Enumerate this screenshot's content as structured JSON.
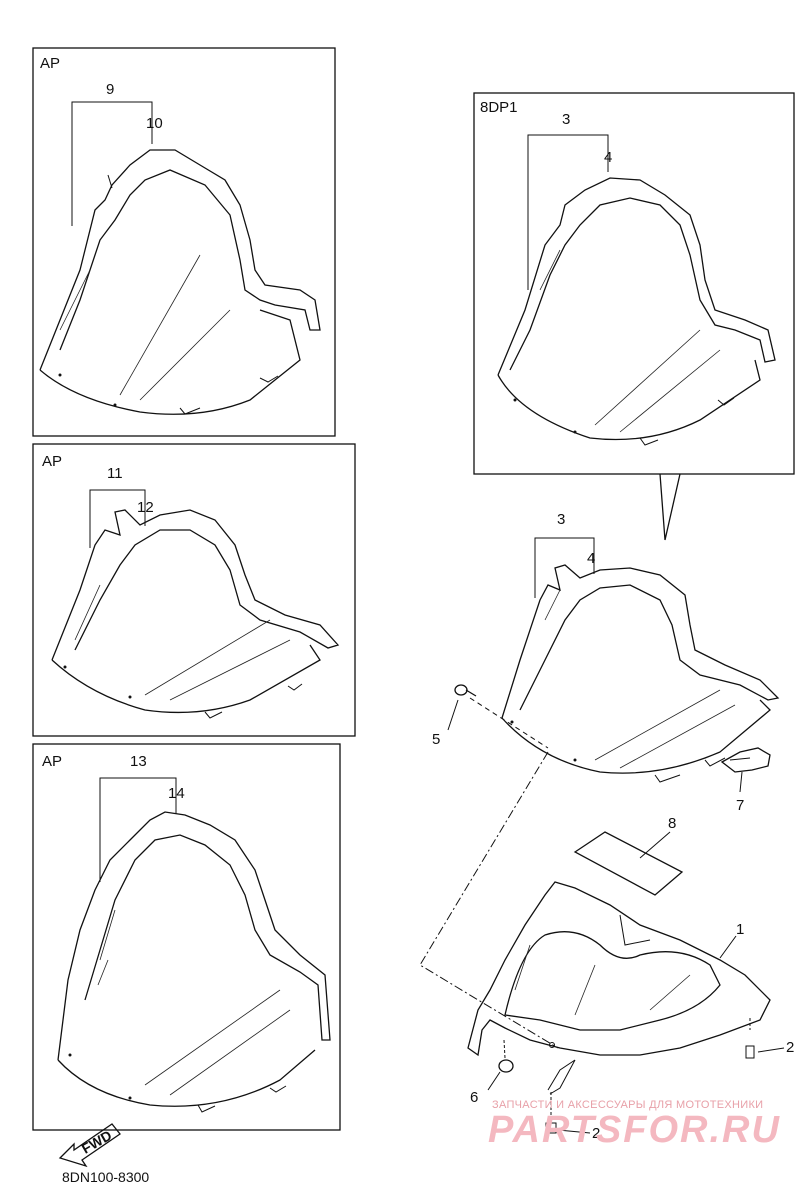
{
  "diagram": {
    "part_code": "8DN100-8300",
    "fwd_label": "FWD",
    "boxes": [
      {
        "label": "AP",
        "callouts": [
          "9",
          "10"
        ]
      },
      {
        "label": "AP",
        "callouts": [
          "11",
          "12"
        ]
      },
      {
        "label": "AP",
        "callouts": [
          "13",
          "14"
        ]
      },
      {
        "label": "8DP1",
        "callouts": [
          "3",
          "4"
        ]
      }
    ],
    "main_callouts": {
      "c3": "3",
      "c4": "4",
      "c5": "5",
      "c7": "7",
      "c8": "8",
      "c1": "1",
      "c2a": "2",
      "c6": "6",
      "c2b": "2"
    }
  },
  "watermark": {
    "small": "ЗАПЧАСТИ И АКСЕССУАРЫ ДЛЯ МОТОТЕХНИКИ",
    "big": "PARTSFOR.RU"
  }
}
